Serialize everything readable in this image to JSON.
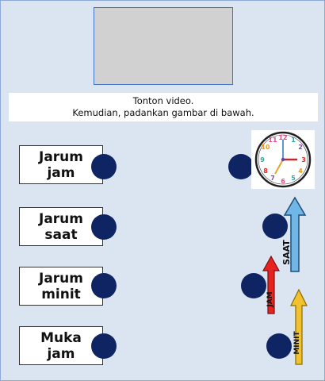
{
  "instruction": {
    "line1": "Tonton video.",
    "line2": "Kemudian, padankan gambar di bawah."
  },
  "labels": [
    {
      "line1": "Jarum",
      "line2": "jam"
    },
    {
      "line1": "Jarum",
      "line2": "saat"
    },
    {
      "line1": "Jarum",
      "line2": "minit"
    },
    {
      "line1": "Muka",
      "line2": "jam"
    }
  ],
  "arrows": {
    "saat": {
      "text": "SAAT",
      "color": "#70b7e8"
    },
    "jam": {
      "text": "JAM",
      "color": "#e8231f"
    },
    "minit": {
      "text": "MINIT",
      "color": "#f2c12e"
    }
  },
  "colors": {
    "dot": "#0f2463",
    "background": "#dbe5f1"
  }
}
